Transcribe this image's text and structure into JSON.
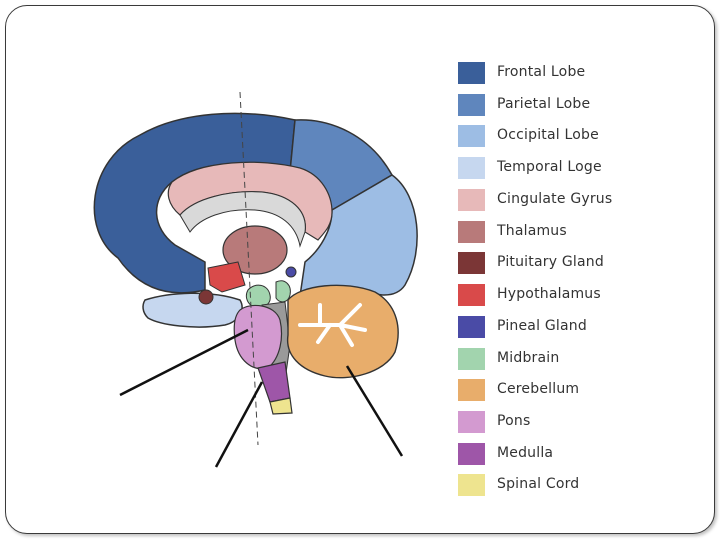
{
  "legend": [
    {
      "label": "Frontal Lobe",
      "color": "#3a5f9a"
    },
    {
      "label": "Parietal Lobe",
      "color": "#5f86bd"
    },
    {
      "label": "Occipital Lobe",
      "color": "#9dbde4"
    },
    {
      "label": "Temporal Loge",
      "color": "#c6d7ef"
    },
    {
      "label": "Cingulate Gyrus",
      "color": "#e7b9b9"
    },
    {
      "label": "Thalamus",
      "color": "#b87a7a"
    },
    {
      "label": "Pituitary Gland",
      "color": "#7b3636"
    },
    {
      "label": "Hypothalamus",
      "color": "#d94a4a"
    },
    {
      "label": "Pineal Gland",
      "color": "#4a4ba6"
    },
    {
      "label": "Midbrain",
      "color": "#a2d4ae"
    },
    {
      "label": "Cerebellum",
      "color": "#e8ad6b"
    },
    {
      "label": "Pons",
      "color": "#d39ad0"
    },
    {
      "label": "Medulla",
      "color": "#9e56a8"
    },
    {
      "label": "Spinal Cord",
      "color": "#eee48f"
    }
  ]
}
